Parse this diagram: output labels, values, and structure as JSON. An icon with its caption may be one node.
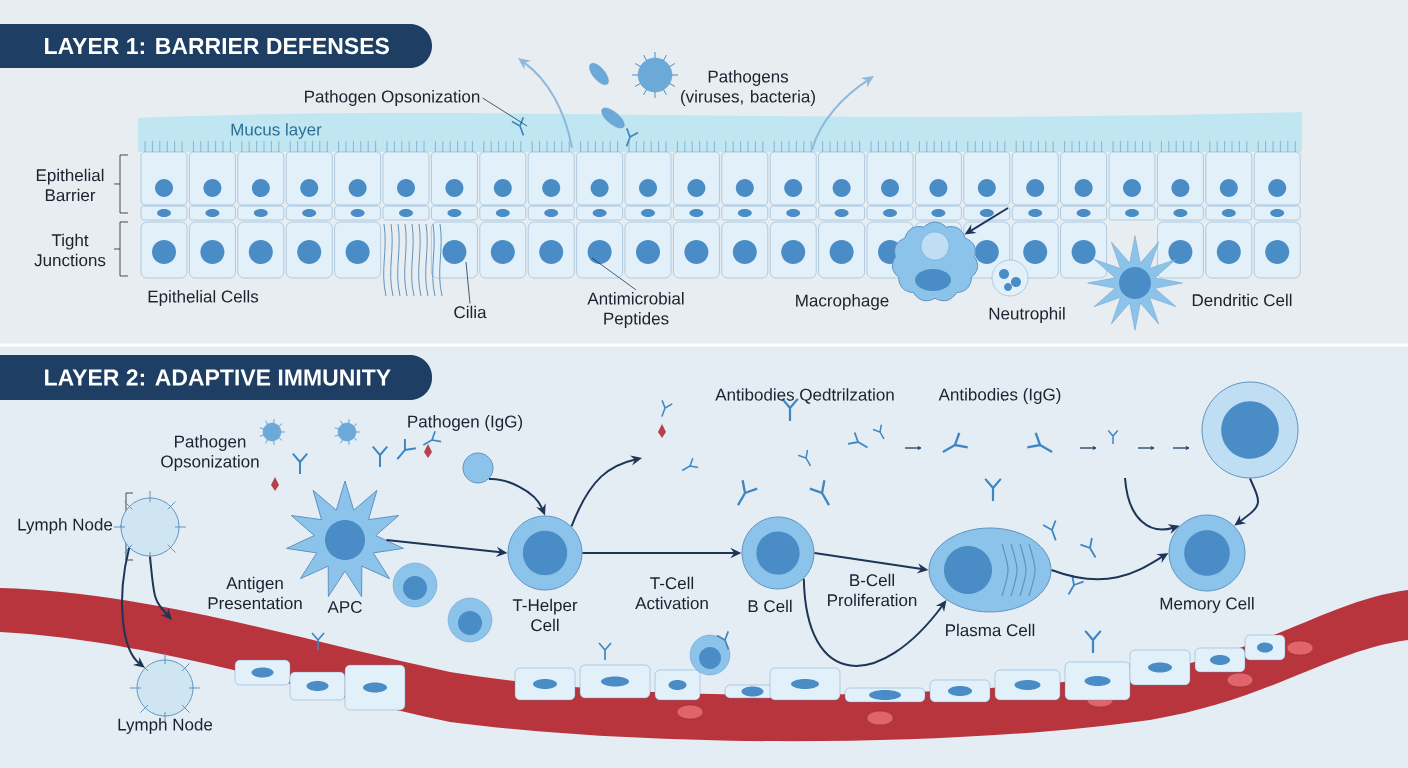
{
  "diagram": {
    "nodes": [
      {
        "text": [
          "Cilia"
        ]
      },
      {
        "text": [
          "Antimicrobial Peptides"
        ]
      },
      {
        "text": [
          "Pathogen Opsonization"
        ]
      },
      {
        "text": [],
        "shape": "cloud",
        "beside": [
          "Macrophage"
        ]
      },
      {
        "text": [],
        "shape": "circle",
        "beside": [
          "Lymph Node"
        ]
      },
      {
        "text": [],
        "shape": "circle",
        "beside": [
          "Lymph Node"
        ]
      },
      {
        "text": [],
        "shape": "star",
        "beside": [
          "APC"
        ]
      },
      {
        "text": [],
        "shape": "circle",
        "beside": [
          "Pathogen (IgG)"
        ]
      },
      {
        "text": [],
        "shape": "circle",
        "beside": [
          "T-Helper Cell"
        ]
      },
      {
        "text": [],
        "shape": "circle",
        "beside": [
          "B Cell"
        ]
      },
      {
        "text": [],
        "shape": "ellipse",
        "beside": [
          "Plasma Cell"
        ]
      },
      {
        "text": [],
        "shape": "circle"
      },
      {
        "text": [],
        "shape": "circle",
        "beside": [
          "Memory Cell"
        ]
      }
    ],
    "edges": [
      {
        "from": 0,
        "to": null,
        "arrow": "none"
      },
      {
        "from": 1,
        "to": null,
        "arrow": "none"
      },
      {
        "from": 2,
        "to": null,
        "arrow": "none"
      },
      {
        "from": null,
        "to": 3,
        "arrow": "to"
      },
      {
        "from": 4,
        "to": 5,
        "arrow": "to"
      },
      {
        "from": 4,
        "to": null,
        "arrow": "to"
      },
      {
        "from": 6,
        "to": 8,
        "arrow": "to"
      },
      {
        "from": 7,
        "to": 8,
        "arrow": "to"
      },
      {
        "from": 8,
        "to": 9,
        "arrow": "to",
        "label": "T-Cell Activation"
      },
      {
        "from": 8,
        "to": null,
        "arrow": "to"
      },
      {
        "from": 9,
        "to": 10,
        "arrow": "to",
        "label": "B-Cell Proliferation"
      },
      {
        "from": 9,
        "to": 10,
        "arrow": "to"
      },
      {
        "from": 10,
        "to": 12,
        "arrow": "to"
      },
      {
        "from": 11,
        "to": 12,
        "arrow": "to"
      },
      {
        "from": null,
        "to": 12,
        "arrow": "to"
      }
    ],
    "labels": [
      "LAYER 1: BARRIER DEFENSES",
      "Pathogens (viruses, bacteria)",
      "Mucus layer",
      "Epithelial Barrier",
      "Tight Junctions",
      "Epithelial Cells",
      "Neutrophil",
      "Dendritic Cell",
      "LAYER 2: ADAPTIVE IMMUNITY",
      "Pathogen Opsonization",
      "Antibodies Qedtrilzation",
      "Antibodies (IgG)",
      "Antigen Presentation"
    ]
  }
}
